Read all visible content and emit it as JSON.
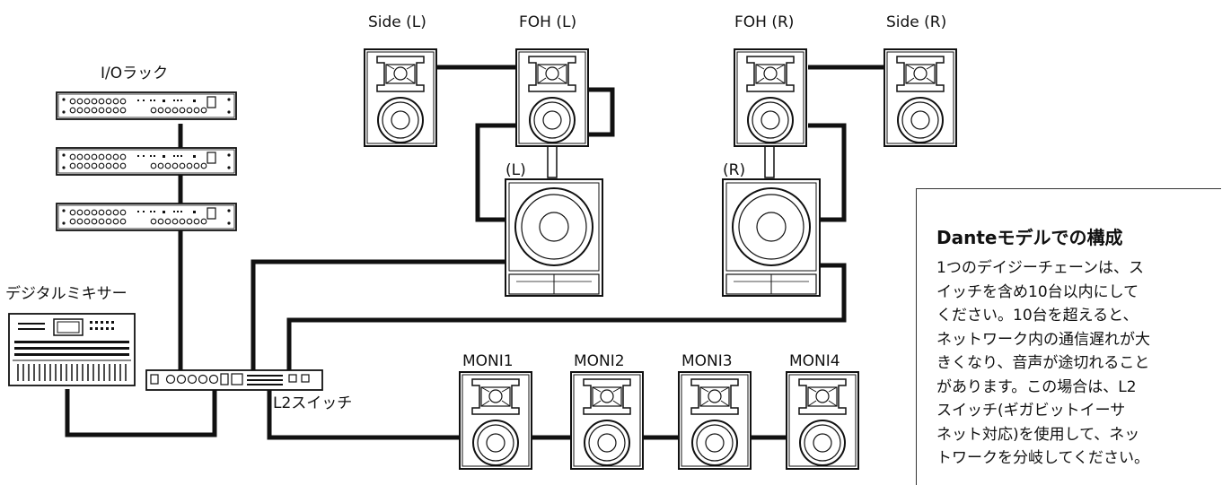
{
  "labels": {
    "io_rack": "I/Oラック",
    "mixer": "デジタルミキサー",
    "l2_switch": "L2スイッチ",
    "side_l": "Side (L)",
    "foh_l": "FOH (L)",
    "foh_r": "FOH (R)",
    "side_r": "Side (R)",
    "sub_l": "(L)",
    "sub_r": "(R)",
    "moni1": "MONI1",
    "moni2": "MONI2",
    "moni3": "MONI3",
    "moni4": "MONI4"
  },
  "note": {
    "title": "Danteモデルでの構成",
    "lines": [
      "1つのデイジーチェーンは、ス",
      "イッチを含め10台以内にして",
      "ください。10台を超えると、",
      "ネットワーク内の通信遅れが大",
      "きくなり、音声が途切れること",
      "があります。この場合は、L2",
      "スイッチ(ギガビットイーサ",
      "ネット対応)を使用して、ネッ",
      "トワークを分岐してください。"
    ]
  }
}
